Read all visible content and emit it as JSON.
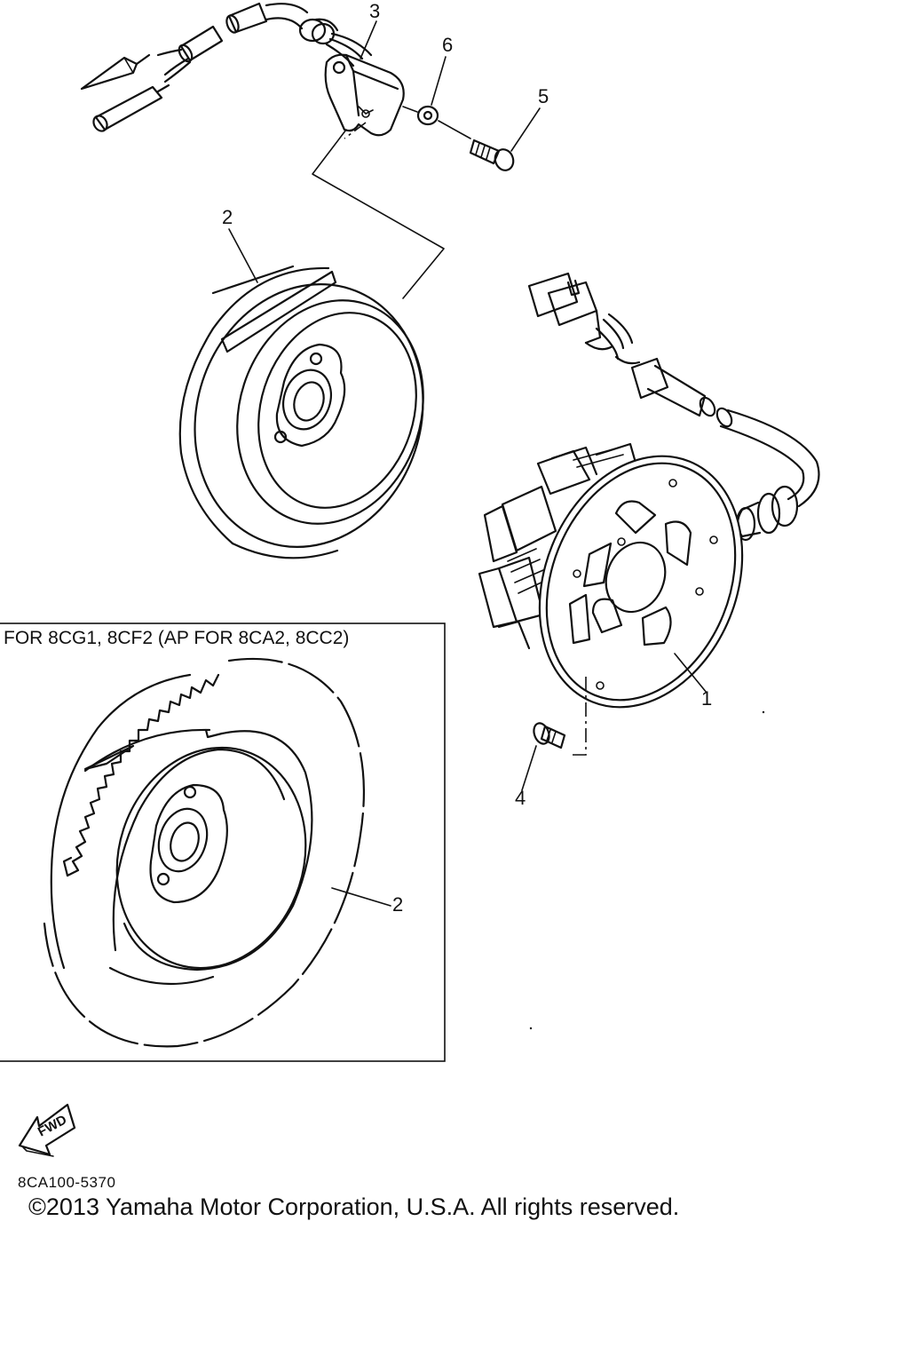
{
  "callouts": {
    "stator_assembly": "1",
    "rotor_upper": "2",
    "pickup_coil": "3",
    "stator_screw": "4",
    "pickup_screw": "5",
    "washer": "6",
    "rotor_inset": "2"
  },
  "inset": {
    "caption": "FOR 8CG1, 8CF2 (AP FOR 8CA2, 8CC2)"
  },
  "fwd_marker": {
    "label": "FWD",
    "icon": "fwd-arrow-icon"
  },
  "footer": {
    "diagram_code": "8CA100-5370",
    "copyright": "©2013 Yamaha Motor Corporation, U.S.A. All rights reserved."
  }
}
